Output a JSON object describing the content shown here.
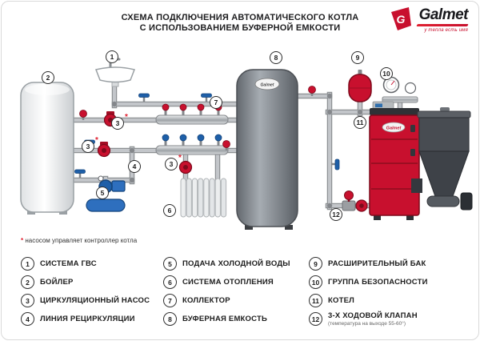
{
  "title": {
    "line1": "СХЕМА ПОДКЛЮЧЕНИЯ АВТОМАТИЧЕСКОГО КОТЛА",
    "line2": "С ИСПОЛЬЗОВАНИЕМ БУФЕРНОЙ ЕМКОСТИ"
  },
  "logo": {
    "brand": "Galmet",
    "tagline": "у тепла есть имя",
    "letter": "G"
  },
  "diagram": {
    "badges": [
      "1",
      "2",
      "3",
      "4",
      "5",
      "6",
      "7",
      "8",
      "9",
      "10",
      "11",
      "12"
    ],
    "asterisk": "*",
    "tank_label": "Galmet",
    "colors": {
      "pipe": "#b3b6ba",
      "pump_red": "#c8102e",
      "valve_blue": "#1e5fa8",
      "buffer_grey": "#7a7f85"
    }
  },
  "footnote": {
    "asterisk": "*",
    "text": "насосом управляет контроллер котла"
  },
  "legend": {
    "items": [
      {
        "num": "1",
        "label": "СИСТЕМА ГВС"
      },
      {
        "num": "2",
        "label": "БОЙЛЕР"
      },
      {
        "num": "3",
        "label": "ЦИРКУЛЯЦИОННЫЙ НАСОС"
      },
      {
        "num": "4",
        "label": "ЛИНИЯ РЕЦИРКУЛЯЦИИ"
      },
      {
        "num": "5",
        "label": "ПОДАЧА ХОЛОДНОЙ ВОДЫ"
      },
      {
        "num": "6",
        "label": "СИСТЕМА ОТОПЛЕНИЯ"
      },
      {
        "num": "7",
        "label": "КОЛЛЕКТОР"
      },
      {
        "num": "8",
        "label": "БУФЕРНАЯ ЕМКОСТЬ"
      },
      {
        "num": "9",
        "label": "РАСШИРИТЕЛЬНЫЙ БАК"
      },
      {
        "num": "10",
        "label": "ГРУППА БЕЗОПАСНОСТИ"
      },
      {
        "num": "11",
        "label": "КОТЕЛ"
      },
      {
        "num": "12",
        "label": "3-Х ХОДОВОЙ КЛАПАН",
        "sub": "(температура на выходе 55-60°)"
      }
    ]
  }
}
